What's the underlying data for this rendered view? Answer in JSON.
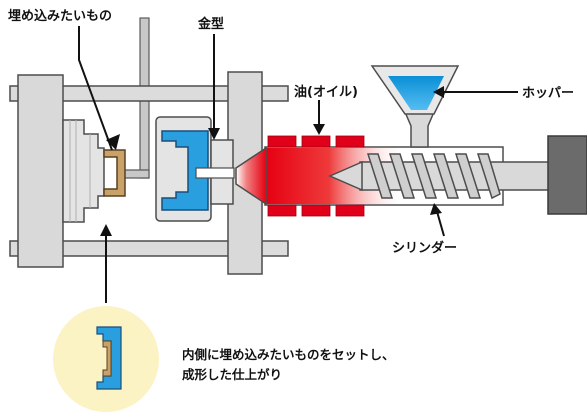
{
  "labels": {
    "insert": "埋め込みたいもの",
    "mold": "金型",
    "oil": "油(オイル)",
    "hopper": "ホッパー",
    "cylinder": "シリンダー"
  },
  "caption": {
    "line1": "内側に埋め込みたいものをセットし、",
    "line2": "成形した仕上がり"
  },
  "colors": {
    "machine_gray": "#d9d9d9",
    "outline": "#4d4d4d",
    "mold_blue": "#2a9fe0",
    "insert_tan": "#c9a26a",
    "heater_red": "#e0001a",
    "result_circle": "#fcf3c4"
  }
}
